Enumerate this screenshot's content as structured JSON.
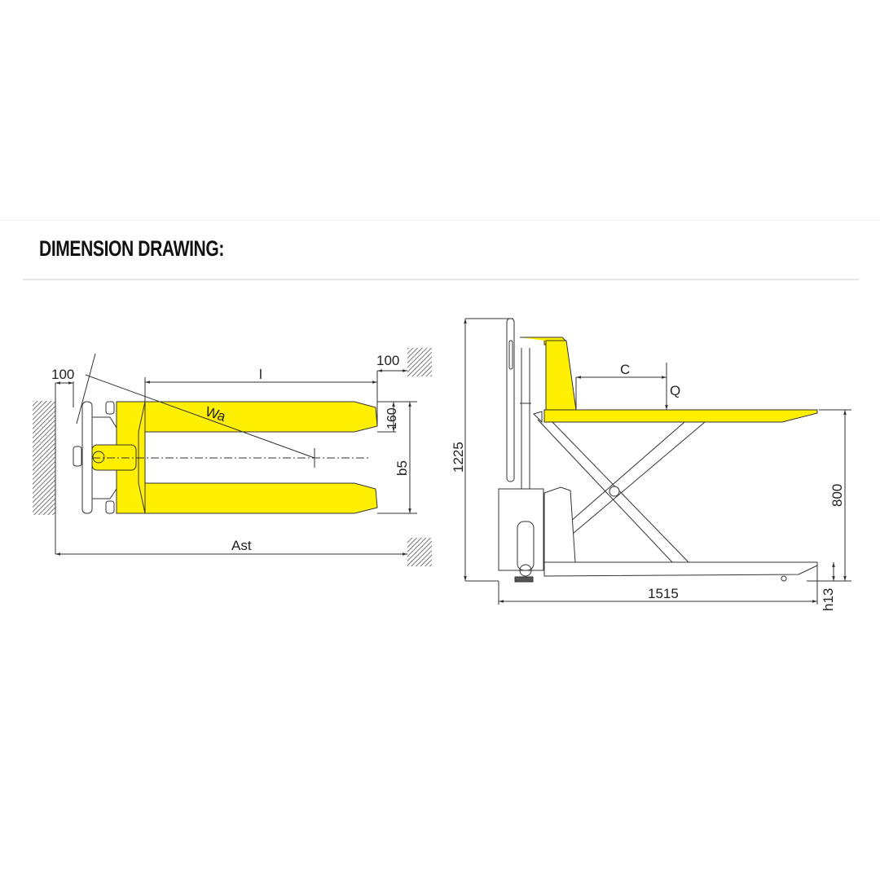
{
  "section_title": "DIMENSION DRAWING:",
  "colors": {
    "fork": "#ffef00",
    "line": "#333333",
    "hatch": "#555555"
  },
  "top_view": {
    "labels": {
      "clearance_left": "100",
      "clearance_right": "100",
      "fork_length": "l",
      "turning_radius": "Wa",
      "fork_width": "160",
      "overall_width": "b5",
      "aisle_width": "Ast"
    }
  },
  "side_view": {
    "labels": {
      "overall_height": "1225",
      "load_center": "C",
      "load": "Q",
      "max_lift_height": "800",
      "overall_length": "1515",
      "lowered_height": "h13"
    }
  }
}
